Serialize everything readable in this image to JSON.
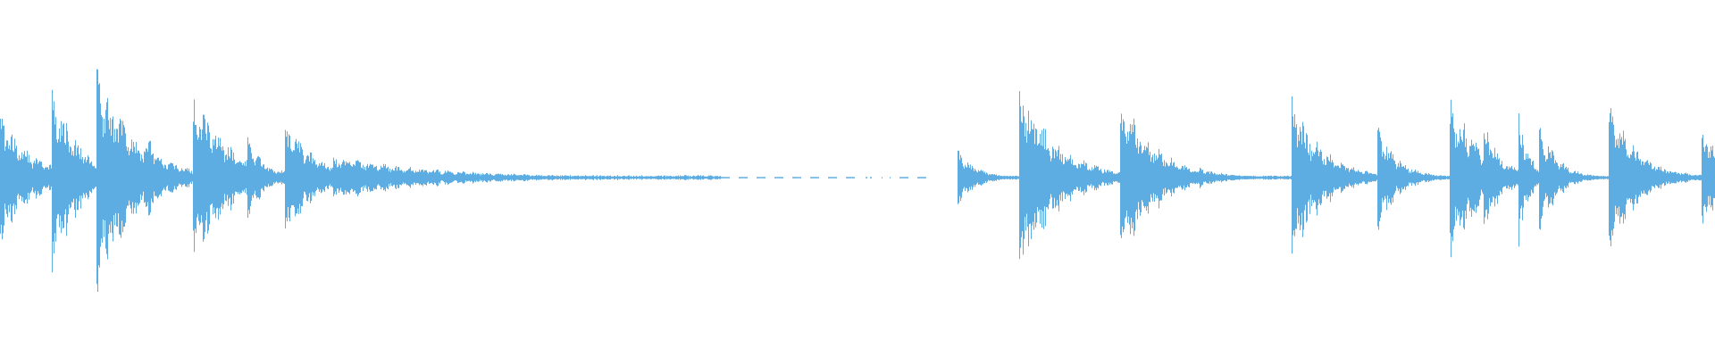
{
  "waveform": {
    "color": "#5dade2",
    "background": "#ffffff",
    "baseline_amplitude": 0.012,
    "tail_noise": 0.035,
    "onsets": [
      {
        "t": 0.0,
        "peak": 0.42,
        "decay": 0.018
      },
      {
        "t": 0.03,
        "peak": 0.62,
        "decay": 0.015
      },
      {
        "t": 0.056,
        "peak": 0.7,
        "decay": 0.022
      },
      {
        "t": 0.086,
        "peak": 0.28,
        "decay": 0.01
      },
      {
        "t": 0.112,
        "peak": 0.6,
        "decay": 0.02
      },
      {
        "t": 0.144,
        "peak": 0.26,
        "decay": 0.01
      },
      {
        "t": 0.166,
        "peak": 0.38,
        "decay": 0.018
      },
      {
        "t": 0.194,
        "peak": 0.14,
        "decay": 0.06
      },
      {
        "t": 0.558,
        "peak": 0.2,
        "decay": 0.01
      },
      {
        "t": 0.594,
        "peak": 0.6,
        "decay": 0.022
      },
      {
        "t": 0.653,
        "peak": 0.55,
        "decay": 0.02
      },
      {
        "t": 0.699,
        "peak": 0.08,
        "decay": 0.006
      },
      {
        "t": 0.753,
        "peak": 0.5,
        "decay": 0.018
      },
      {
        "t": 0.803,
        "peak": 0.34,
        "decay": 0.012
      },
      {
        "t": 0.845,
        "peak": 0.56,
        "decay": 0.018
      },
      {
        "t": 0.865,
        "peak": 0.42,
        "decay": 0.008
      },
      {
        "t": 0.885,
        "peak": 0.48,
        "decay": 0.006
      },
      {
        "t": 0.897,
        "peak": 0.38,
        "decay": 0.01
      },
      {
        "t": 0.938,
        "peak": 0.5,
        "decay": 0.016
      },
      {
        "t": 0.992,
        "peak": 0.36,
        "decay": 0.012
      }
    ],
    "dashed_segment": {
      "start": 0.42,
      "end": 0.545
    }
  }
}
